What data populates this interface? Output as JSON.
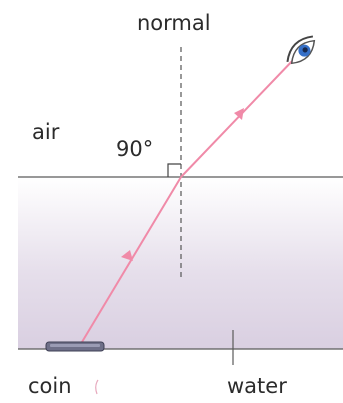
{
  "labels": {
    "normal": "normal",
    "angle": "90°",
    "air": "air",
    "coin": "coin",
    "water": "water"
  },
  "colors": {
    "ray": "#f08aa8",
    "water_top": "#ffffff",
    "water_bottom": "#dcd3e3",
    "boundary_line": "#5a5a5a",
    "normal_line": "#555555",
    "text": "#2b2b2b",
    "coin": "#6e6f88",
    "eye_iris": "#3570c8"
  },
  "icons": {
    "eye": "eye-icon",
    "coin": "coin-icon"
  }
}
